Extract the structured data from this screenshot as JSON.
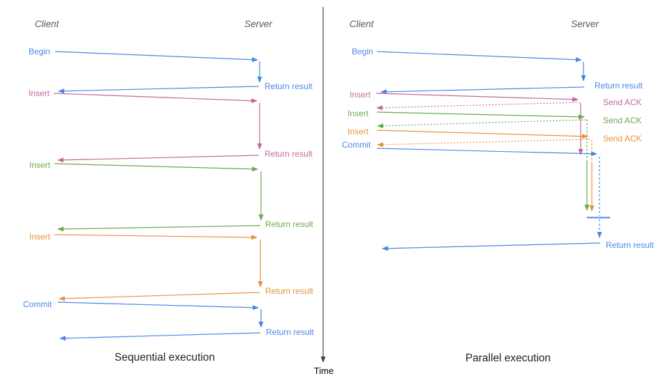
{
  "colors": {
    "blue": "#4a86e8",
    "magenta": "#c2679c",
    "green": "#6aa84f",
    "orange": "#e69138",
    "axis": "#444444"
  },
  "sequential": {
    "caption": "Sequential execution",
    "client_header": "Client",
    "server_header": "Server",
    "messages": [
      {
        "request": "Begin",
        "response": "Return result"
      },
      {
        "request": "Insert",
        "response": "Return result"
      },
      {
        "request": "Insert",
        "response": "Return result"
      },
      {
        "request": "Insert",
        "response": "Return result"
      },
      {
        "request": "Commit",
        "response": "Return result"
      }
    ]
  },
  "parallel": {
    "caption": "Parallel execution",
    "client_header": "Client",
    "server_header": "Server",
    "messages": [
      {
        "request": "Begin",
        "response": "Return result"
      },
      {
        "request": "Insert",
        "response": "Send ACK"
      },
      {
        "request": "Insert",
        "response": "Send ACK"
      },
      {
        "request": "Insert",
        "response": "Send ACK"
      },
      {
        "request": "Commit",
        "response": "Return result"
      }
    ]
  },
  "time_axis": {
    "label": "Time"
  }
}
